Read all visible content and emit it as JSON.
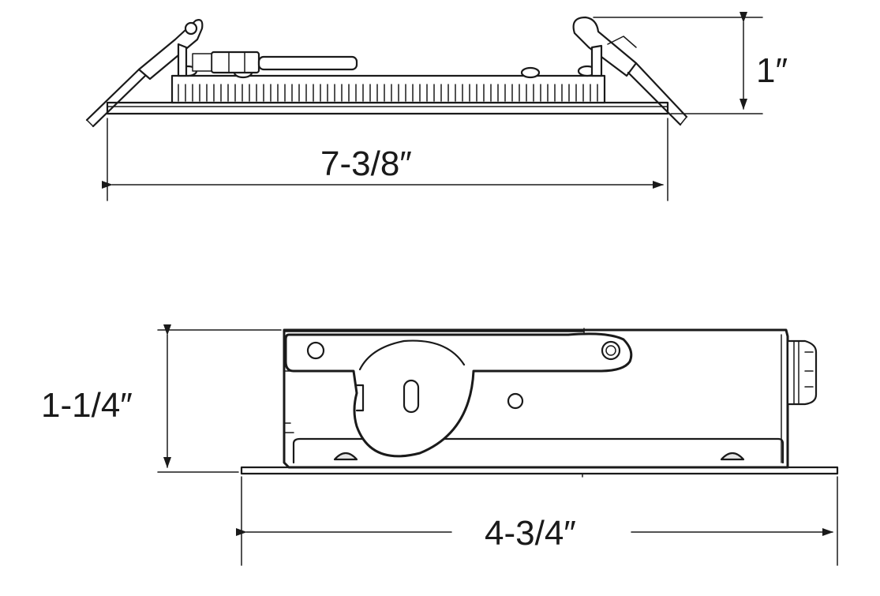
{
  "views": {
    "top_view": {
      "height_label": "1″",
      "width_label": "7-3/8″"
    },
    "side_view": {
      "height_label": "1-1/4″",
      "width_label": "4-3/4″"
    }
  },
  "colors": {
    "line": "#1a1a1a",
    "background": "#ffffff"
  }
}
